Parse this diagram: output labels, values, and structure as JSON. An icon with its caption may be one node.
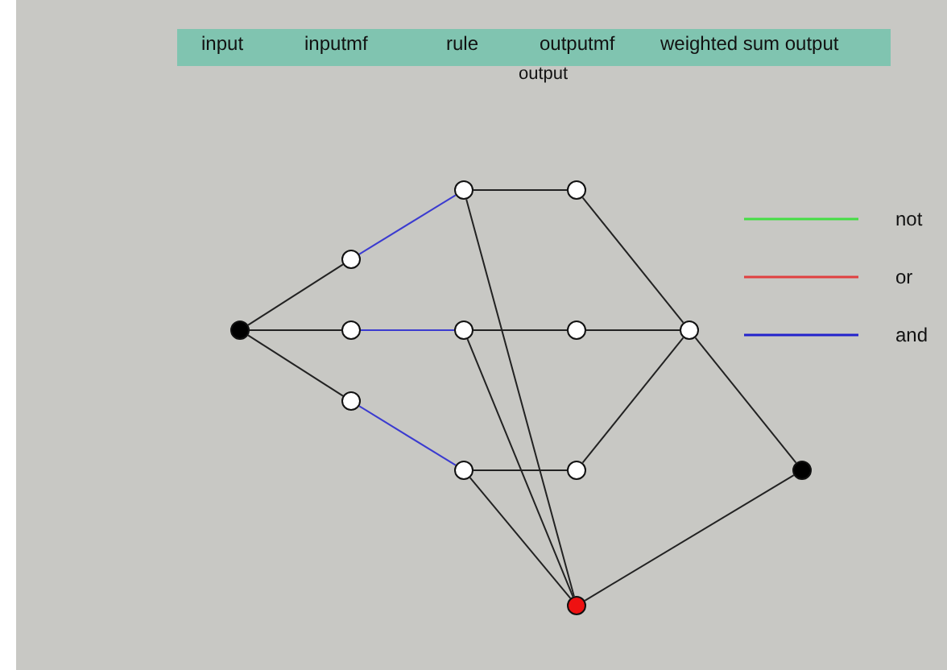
{
  "diagram": {
    "nodes": [
      {
        "text": [],
        "shape": "circle"
      },
      {
        "text": [],
        "shape": "circle"
      },
      {
        "text": [],
        "shape": "circle"
      },
      {
        "text": [],
        "shape": "circle"
      },
      {
        "text": [],
        "shape": "circle"
      },
      {
        "text": [],
        "shape": "circle"
      },
      {
        "text": [],
        "shape": "circle"
      },
      {
        "text": [],
        "shape": "circle"
      },
      {
        "text": [],
        "shape": "circle"
      },
      {
        "text": [],
        "shape": "circle"
      },
      {
        "text": [],
        "shape": "circle"
      },
      {
        "text": [],
        "shape": "circle"
      },
      {
        "text": [],
        "shape": "circle"
      }
    ],
    "edges": [
      {
        "from": 0,
        "to": 1,
        "arrow": "none"
      },
      {
        "from": 0,
        "to": 2,
        "arrow": "none"
      },
      {
        "from": 0,
        "to": 3,
        "arrow": "none"
      },
      {
        "from": 1,
        "to": 4,
        "arrow": "none",
        "color": "#3b3bd0"
      },
      {
        "from": 2,
        "to": 5,
        "arrow": "none",
        "color": "#3b3bd0"
      },
      {
        "from": 3,
        "to": 6,
        "arrow": "none",
        "color": "#3b3bd0"
      },
      {
        "from": 4,
        "to": 7,
        "arrow": "none"
      },
      {
        "from": 5,
        "to": 8,
        "arrow": "none"
      },
      {
        "from": 6,
        "to": 9,
        "arrow": "none"
      },
      {
        "from": 4,
        "to": 10,
        "arrow": "none"
      },
      {
        "from": 5,
        "to": 10,
        "arrow": "none"
      },
      {
        "from": 6,
        "to": 10,
        "arrow": "none"
      },
      {
        "from": 7,
        "to": 11,
        "arrow": "none"
      },
      {
        "from": 8,
        "to": 11,
        "arrow": "none"
      },
      {
        "from": 9,
        "to": 11,
        "arrow": "none"
      },
      {
        "from": 11,
        "to": 12,
        "arrow": "none"
      },
      {
        "from": 10,
        "to": 12,
        "arrow": "none"
      }
    ],
    "labels": [
      "input",
      "inputmf",
      "rule",
      "outputmf",
      "weighted sum output",
      "output"
    ],
    "legend": [
      {
        "text": "not"
      },
      {
        "text": "or"
      },
      {
        "text": "and"
      }
    ]
  }
}
